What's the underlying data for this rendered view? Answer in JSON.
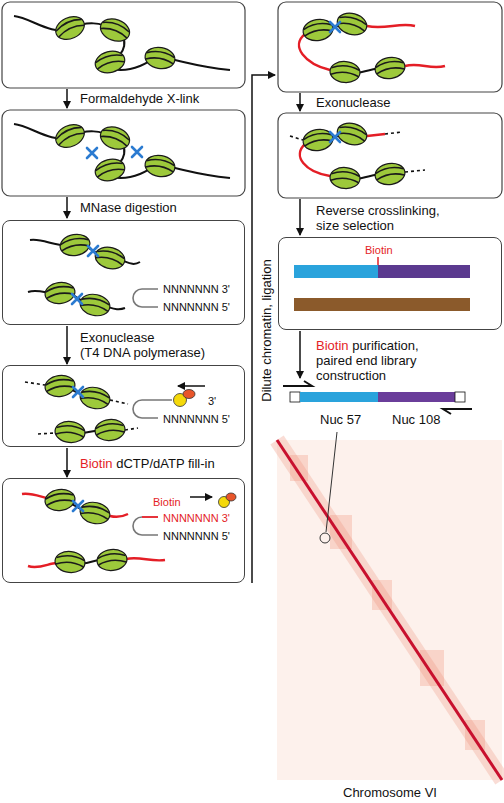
{
  "diagram": {
    "nodes": [
      {
        "text": [
          "NNNNNNN 3'",
          "NNNNNNN 5'"
        ]
      },
      {
        "text": [
          "3'",
          "NNNNNNN 5'"
        ]
      },
      {
        "text": [
          "Biotin",
          "NNNNNNN 3'",
          "NNNNNNN 5'"
        ]
      },
      {
        "text": [
          "Biotin"
        ]
      }
    ],
    "edges": [
      {
        "from": 0,
        "to": 1,
        "arrow": "to"
      },
      {
        "from": 1,
        "to": 2,
        "arrow": "to"
      }
    ],
    "labels": [
      "Formaldehyde X-link",
      "MNase digestion",
      "Exonuclease",
      "(T4 DNA polymerase)",
      "Biotin",
      "dCTP/dATP fill-in",
      "Dilute chromatin, ligation",
      "Exonuclease",
      "Reverse crosslinking, size selection",
      "Biotin",
      "purification, paired end library construction",
      "Nuc 57",
      "Nuc 108",
      "Chromosome VI"
    ]
  }
}
